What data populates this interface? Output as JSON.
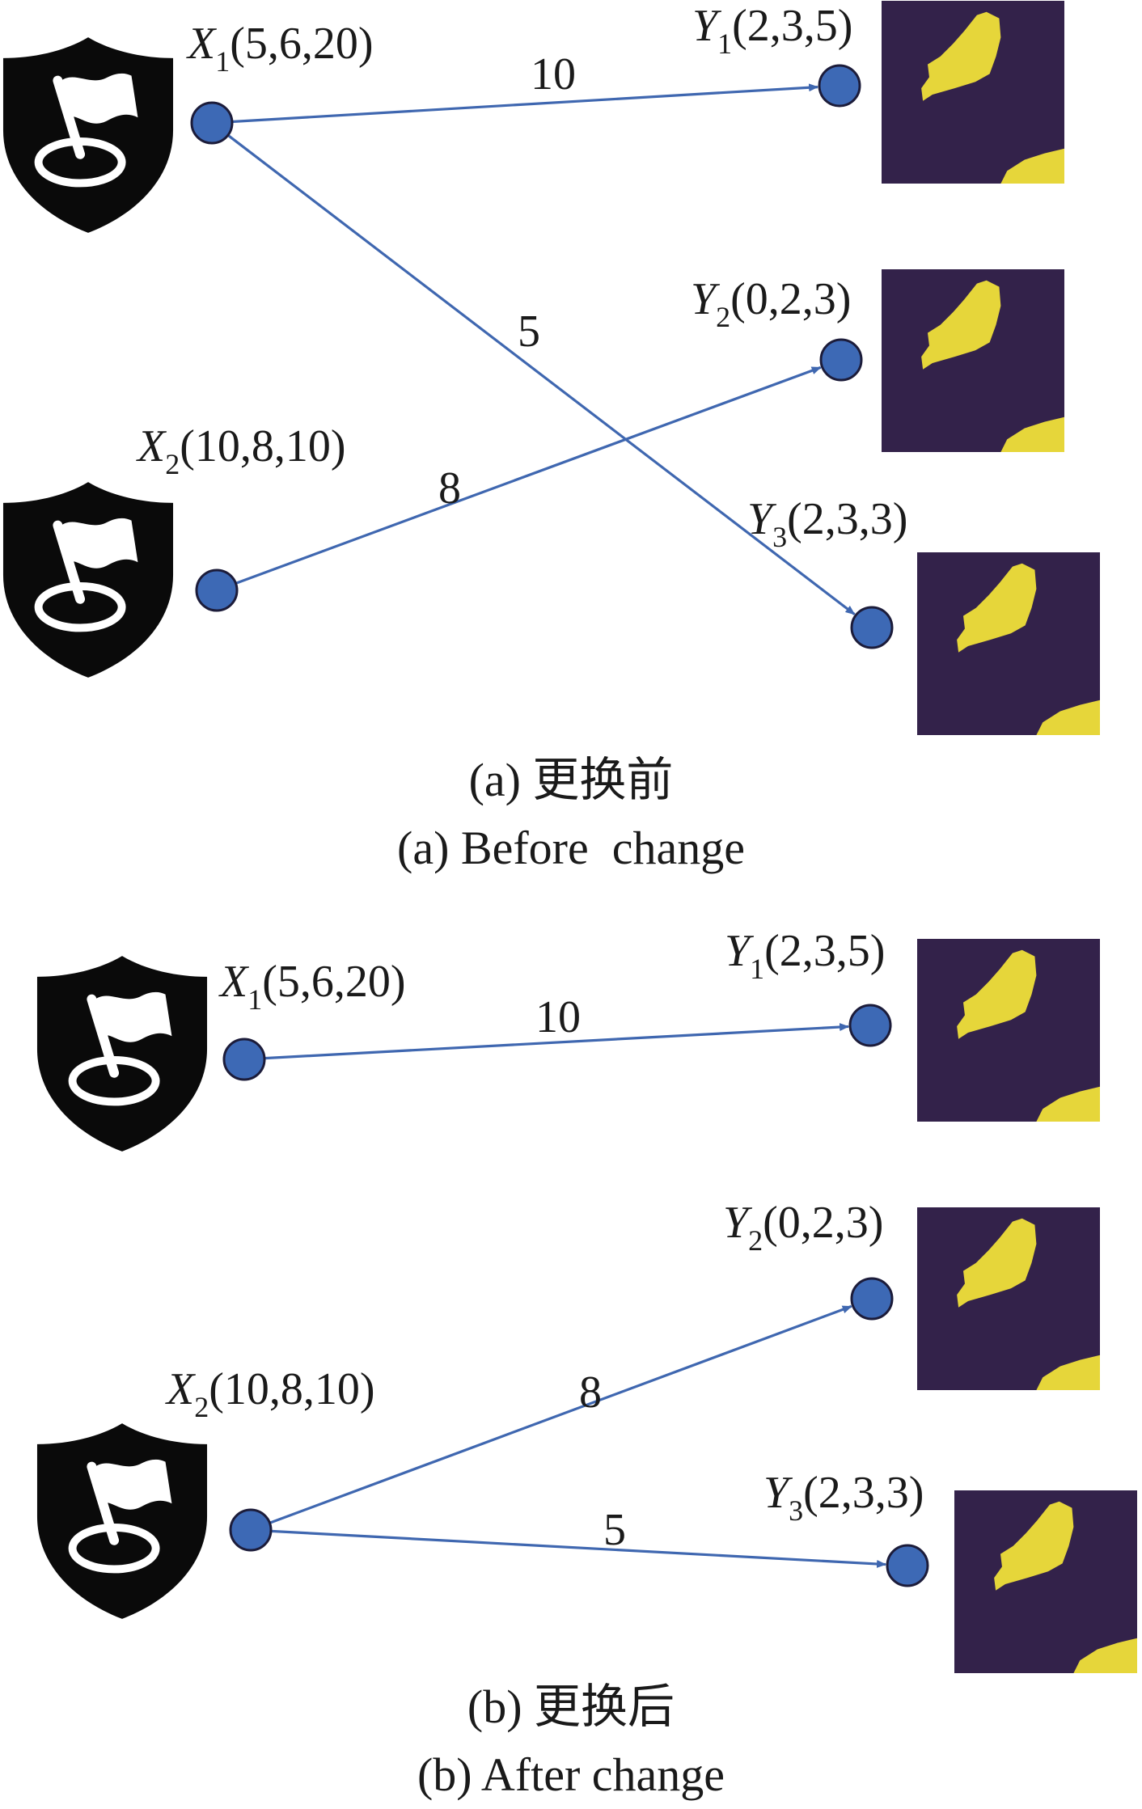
{
  "colors": {
    "node_fill": "#3d69b5",
    "edge": "#3f67b0",
    "map_background": "#33224a",
    "map_land": "#e6d63a",
    "shield": "#0a0a0a"
  },
  "icons": {
    "base": "shield-flag-icon",
    "target": "map-thumbnail"
  },
  "panel_a": {
    "sources": [
      {
        "var": "X",
        "sub": "1",
        "coords": "(5,6,20)"
      },
      {
        "var": "X",
        "sub": "2",
        "coords": "(10,8,10)"
      }
    ],
    "targets": [
      {
        "var": "Y",
        "sub": "1",
        "coords": "(2,3,5)"
      },
      {
        "var": "Y",
        "sub": "2",
        "coords": "(0,2,3)"
      },
      {
        "var": "Y",
        "sub": "3",
        "coords": "(2,3,3)"
      }
    ],
    "edges": [
      {
        "from": "X1",
        "to": "Y1",
        "weight": "10"
      },
      {
        "from": "X1",
        "to": "Y3",
        "weight": "5"
      },
      {
        "from": "X2",
        "to": "Y2",
        "weight": "8"
      }
    ],
    "caption_cn": "(a) 更换前",
    "caption_en": "(a) Before  change"
  },
  "panel_b": {
    "sources": [
      {
        "var": "X",
        "sub": "1",
        "coords": "(5,6,20)"
      },
      {
        "var": "X",
        "sub": "2",
        "coords": "(10,8,10)"
      }
    ],
    "targets": [
      {
        "var": "Y",
        "sub": "1",
        "coords": "(2,3,5)"
      },
      {
        "var": "Y",
        "sub": "2",
        "coords": "(0,2,3)"
      },
      {
        "var": "Y",
        "sub": "3",
        "coords": "(2,3,3)"
      }
    ],
    "edges": [
      {
        "from": "X1",
        "to": "Y1",
        "weight": "10"
      },
      {
        "from": "X2",
        "to": "Y2",
        "weight": "8"
      },
      {
        "from": "X2",
        "to": "Y3",
        "weight": "5"
      }
    ],
    "caption_cn": "(b) 更换后",
    "caption_en": "(b) After change"
  }
}
